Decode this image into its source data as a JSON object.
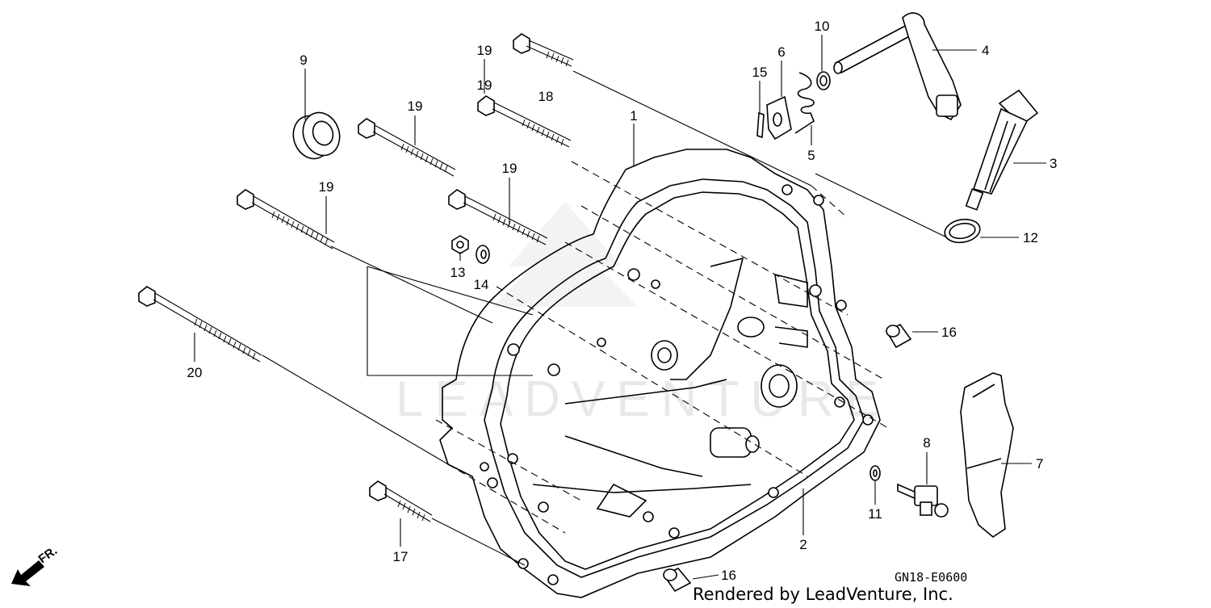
{
  "diagram": {
    "diagram_code": "GN18-E0600",
    "credit": "Rendered by LeadVenture, Inc.",
    "direction_label": "FR.",
    "watermark": "LEADVENTURE",
    "callouts": {
      "c1": "1",
      "c2": "2",
      "c3": "3",
      "c4": "4",
      "c5": "5",
      "c6": "6",
      "c7": "7",
      "c8": "8",
      "c9": "9",
      "c10": "10",
      "c11": "11",
      "c12": "12",
      "c13": "13",
      "c14": "14",
      "c15": "15",
      "c16a": "16",
      "c16b": "16",
      "c17": "17",
      "c18": "18",
      "c19a": "19",
      "c19b": "19",
      "c19c": "19",
      "c19d": "19",
      "c19e": "19",
      "c20": "20"
    }
  }
}
